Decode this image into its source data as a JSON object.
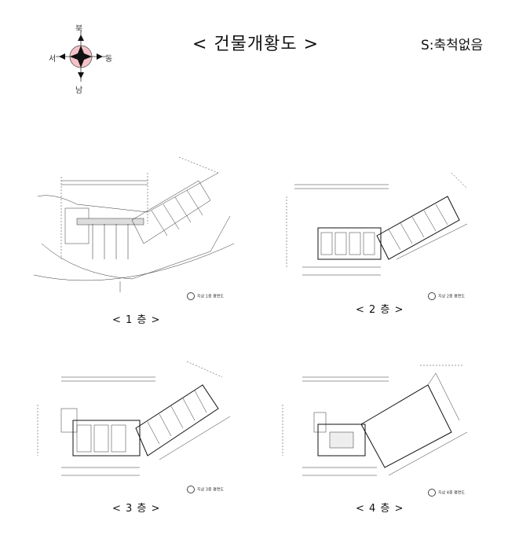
{
  "title": "< 건물개황도 >",
  "scale_note": "S:축척없음",
  "compass": {
    "north": "북",
    "south": "남",
    "east": "동",
    "west": "서",
    "accent": "#e8a0a8"
  },
  "floors": [
    {
      "caption": "< 1 층 >",
      "stamp": "지상 1층 평면도"
    },
    {
      "caption": "< 2 층 >",
      "stamp": "지상 2층 평면도"
    },
    {
      "caption": "< 3 층 >",
      "stamp": "지상 3층 평면도"
    },
    {
      "caption": "< 4 층 >",
      "stamp": "지상 4층 평면도"
    }
  ]
}
